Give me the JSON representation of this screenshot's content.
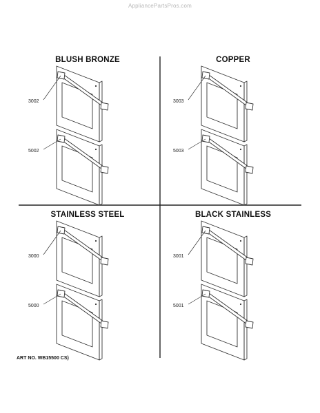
{
  "watermark": "AppliancePartsPros.com",
  "quadrants": [
    {
      "title": "BLUSH BRONZE",
      "upper_label": "3002",
      "lower_label": "5002"
    },
    {
      "title": "COPPER",
      "upper_label": "3003",
      "lower_label": "5003"
    },
    {
      "title": "STAINLESS STEEL",
      "upper_label": "3000",
      "lower_label": "5000"
    },
    {
      "title": "BLACK STAINLESS",
      "upper_label": "3001",
      "lower_label": "5001"
    }
  ],
  "art_no": "ART NO. WB15500 CS)"
}
